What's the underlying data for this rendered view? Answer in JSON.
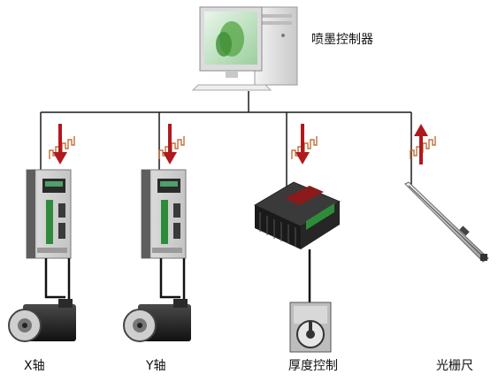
{
  "controller": {
    "label": "喷墨控制器"
  },
  "branches": [
    {
      "id": "x-axis",
      "label": "X轴",
      "signal_direction": "down"
    },
    {
      "id": "y-axis",
      "label": "Y轴",
      "signal_direction": "down"
    },
    {
      "id": "thickness",
      "label": "厚度控制",
      "signal_direction": "down"
    },
    {
      "id": "grating",
      "label": "光栅尺",
      "signal_direction": "up"
    }
  ],
  "colors": {
    "arrow": "#b0191e",
    "pulse": "#c2703a",
    "wire": "#1a1a1a"
  },
  "icons": [
    "computer-icon",
    "servo-drive-icon",
    "servo-motor-icon",
    "stepper-driver-icon",
    "stepper-motor-icon",
    "linear-scale-icon",
    "pulse-signal-icon",
    "arrow-icon"
  ]
}
